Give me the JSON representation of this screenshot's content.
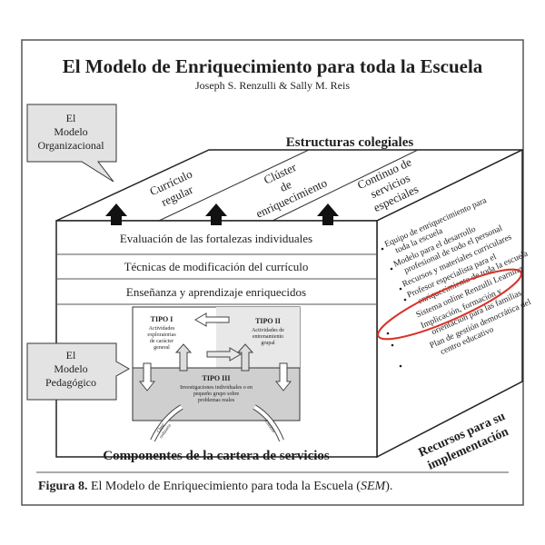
{
  "title": "El Modelo de Enriquecimiento para toda la Escuela",
  "authors": "Joseph S. Renzulli & Sally M. Reis",
  "top_label": "Estructuras colegiales",
  "top_sections": [
    {
      "lines": [
        "Currículo",
        "regular"
      ]
    },
    {
      "lines": [
        "Clúster",
        "de",
        "enriquecimiento"
      ]
    },
    {
      "lines": [
        "Continuo de",
        "servicios",
        "especiales"
      ]
    }
  ],
  "left_boxes": {
    "organizational": [
      "El",
      "Modelo",
      "Organizacional"
    ],
    "pedagogical": [
      "El",
      "Modelo",
      "Pedagógico"
    ]
  },
  "front_rows": [
    "Evaluación de las fortalezas individuales",
    "Técnicas de modificación del currículo",
    "Enseñanza y aprendizaje enriquecidos"
  ],
  "types": {
    "tipo1": {
      "title": "TIPO I",
      "lines": [
        "Actividades",
        "exploratorias",
        "de carácter",
        "general"
      ]
    },
    "tipo2": {
      "title": "TIPO II",
      "lines": [
        "Actividades de",
        "entrenamiento",
        "grupal"
      ]
    },
    "tipo3": {
      "title": "TIPO III",
      "lines": [
        "Investigaciones individuales o en",
        "pequeño grupo sobre",
        "problemas reales"
      ]
    },
    "arrow_left": [
      "Clase",
      "ordinaria"
    ],
    "arrow_right": [
      "Entorno"
    ]
  },
  "resources": [
    [
      "Equipo de enriquecimiento para",
      "toda la escuela"
    ],
    [
      "Modelo para el desarrollo",
      "profesional de todo el personal"
    ],
    [
      "Recursos y materiales curriculares"
    ],
    [
      "Profesor especialista para el",
      "enriquecimiento de toda la escuela"
    ],
    [
      "Sistema online Renzulli Learning"
    ],
    [
      "Implicación, formación y",
      "orientación para las familias"
    ],
    [
      "Plan de gestión democrática del",
      "centro educativo"
    ]
  ],
  "right_label": [
    "Recursos para su",
    "implementación"
  ],
  "bottom_label": "Componentes de la cartera de servicios",
  "caption": {
    "prefix": "Figura 8.",
    "text": " El Modelo de Enriquecimiento para toda la Escuela (",
    "em": "SEM",
    "suffix": ")."
  },
  "colors": {
    "highlight_circle": "#d9342b",
    "shade_light": "#e6e6e6",
    "shade_dark": "#cfcfcf"
  }
}
